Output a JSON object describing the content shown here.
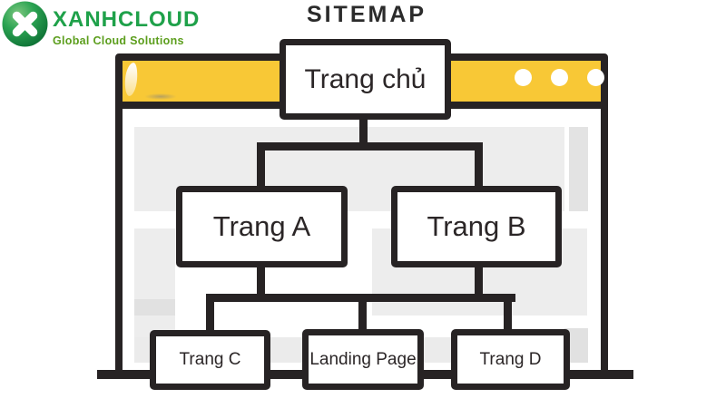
{
  "logo": {
    "brand": "XANHCLOUD",
    "tagline": "Global Cloud Solutions"
  },
  "page_title": "SITEMAP",
  "browser": {
    "window_controls_count": 3
  },
  "sitemap": {
    "root": {
      "label": "Trang chủ"
    },
    "children": [
      {
        "label": "Trang A"
      },
      {
        "label": "Trang B"
      }
    ],
    "grandchildren": [
      {
        "label": "Trang C"
      },
      {
        "label": "Landing Page"
      },
      {
        "label": "Trang D"
      }
    ]
  },
  "colors": {
    "line": "#272324",
    "topbar_yellow": "#F8C836",
    "brand_green": "#1FA14A",
    "tagline_green": "#5C9E1D",
    "placeholder_gray": "#EDEDED"
  }
}
